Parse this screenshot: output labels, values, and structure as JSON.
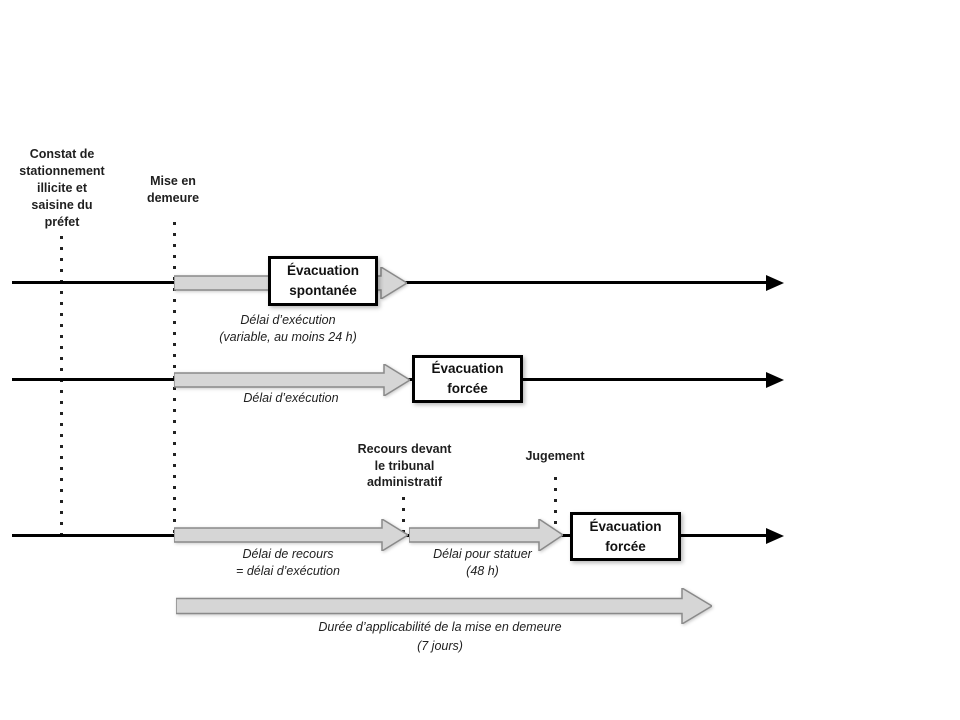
{
  "colors": {
    "timeline": "#000000",
    "arrow_fill": "#d6d6d6",
    "arrow_stroke": "#8a8a8a",
    "box_border": "#000000",
    "box_fill": "#ffffff"
  },
  "milestones": {
    "constat": "Constat de\nstationnement\nillicite et\nsaisine du\npréfet",
    "mise_en_demeure": "Mise en\ndemeure",
    "recours": "Recours devant\nle tribunal\nadministratif",
    "jugement": "Jugement"
  },
  "events": {
    "evacuation_spontanee": "Évacuation\nspontanée",
    "evacuation_forcee_row2": "Évacuation\nforcée",
    "evacuation_forcee_row3": "Évacuation\nforcée"
  },
  "durations": {
    "delai_execution_variable": "Délai d’exécution\n(variable, au moins 24 h)",
    "delai_execution": "Délai d’exécution",
    "delai_recours": "Délai de recours\n= délai d’exécution",
    "delai_statuer": "Délai pour statuer\n(48 h)",
    "duree_applicabilite": "Durée d’applicabilité de la mise en demeure\n(7 jours)"
  }
}
